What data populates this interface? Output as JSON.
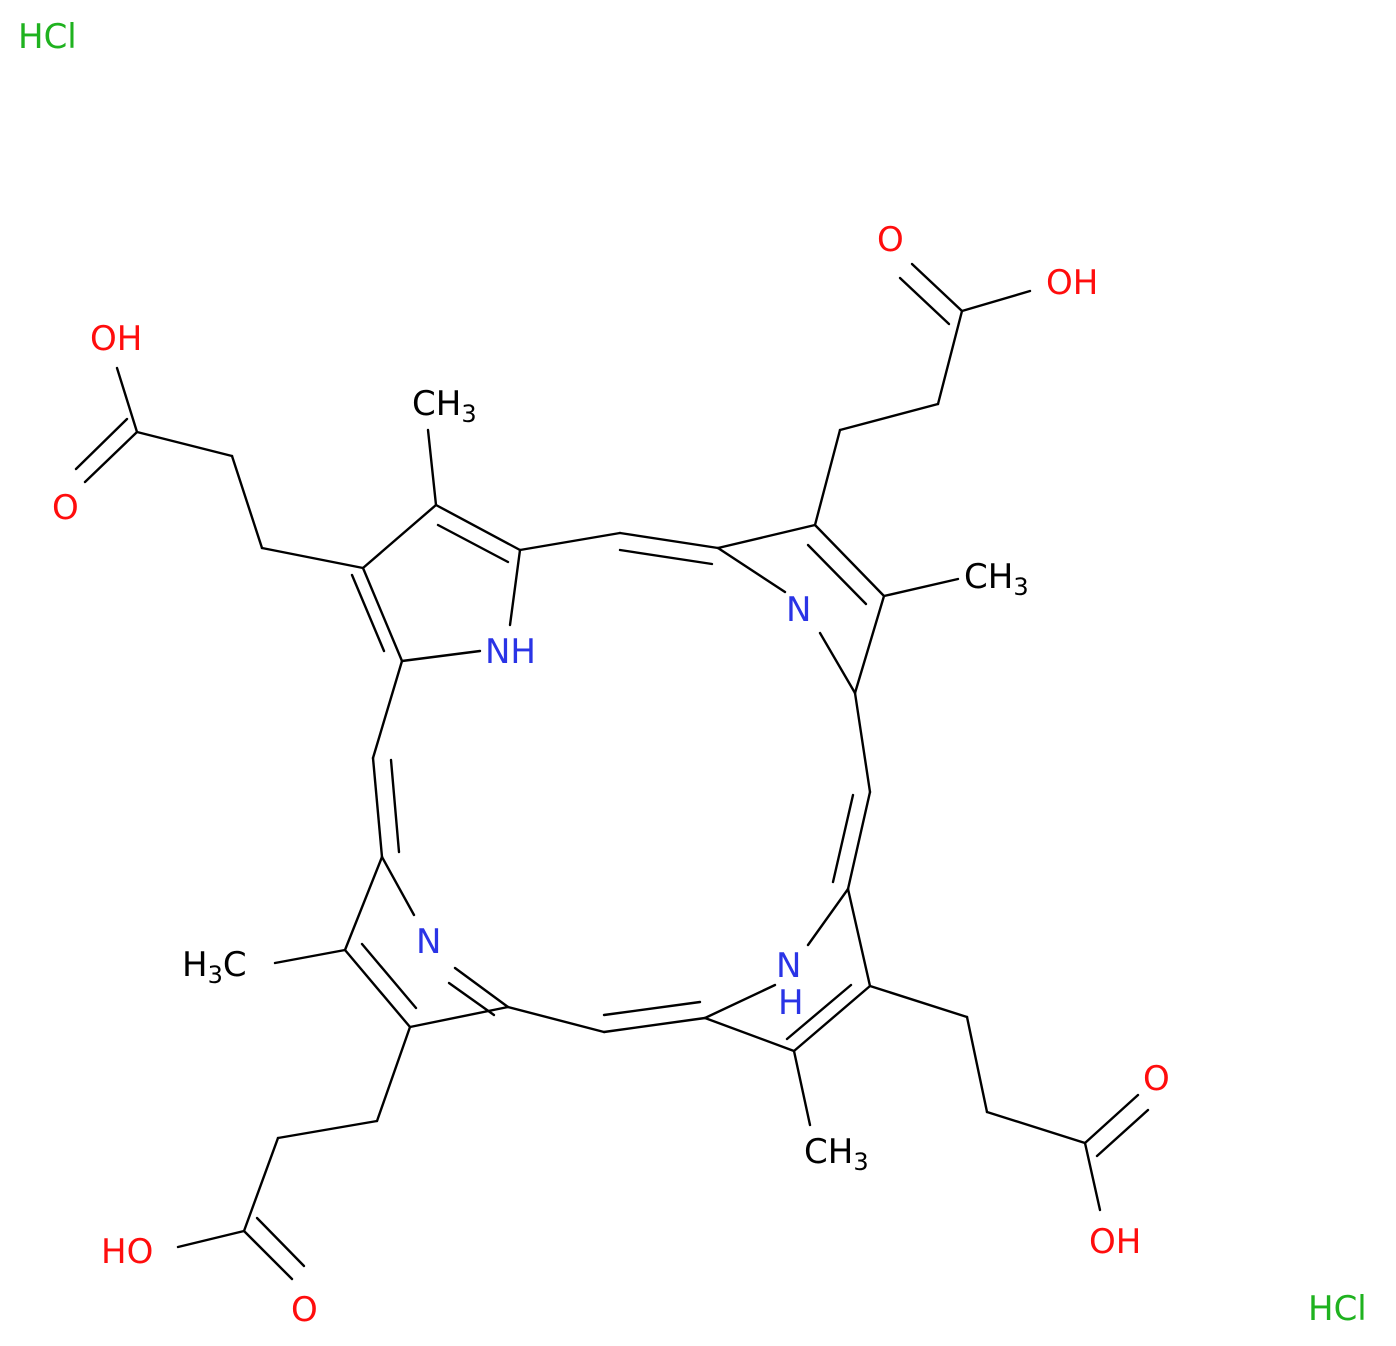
{
  "colors": {
    "carbon": "#000000",
    "nitrogen": "#2a34e6",
    "oxygen": "#ff0d0d",
    "chlorine": "#1fb21f"
  },
  "salts": {
    "top_left": "HCl",
    "bottom_right": "HCl"
  },
  "nitrogen_labels": {
    "top_left_nh": "NH",
    "top_right_n": "N",
    "bottom_left_n": "N",
    "bottom_right_n": "N",
    "bottom_right_h": "H"
  },
  "methyl_labels": {
    "ch": "CH",
    "h": "H",
    "c": "C",
    "sub3": "3"
  },
  "acid_labels": {
    "oh": "OH",
    "ho": "HO",
    "o": "O"
  }
}
